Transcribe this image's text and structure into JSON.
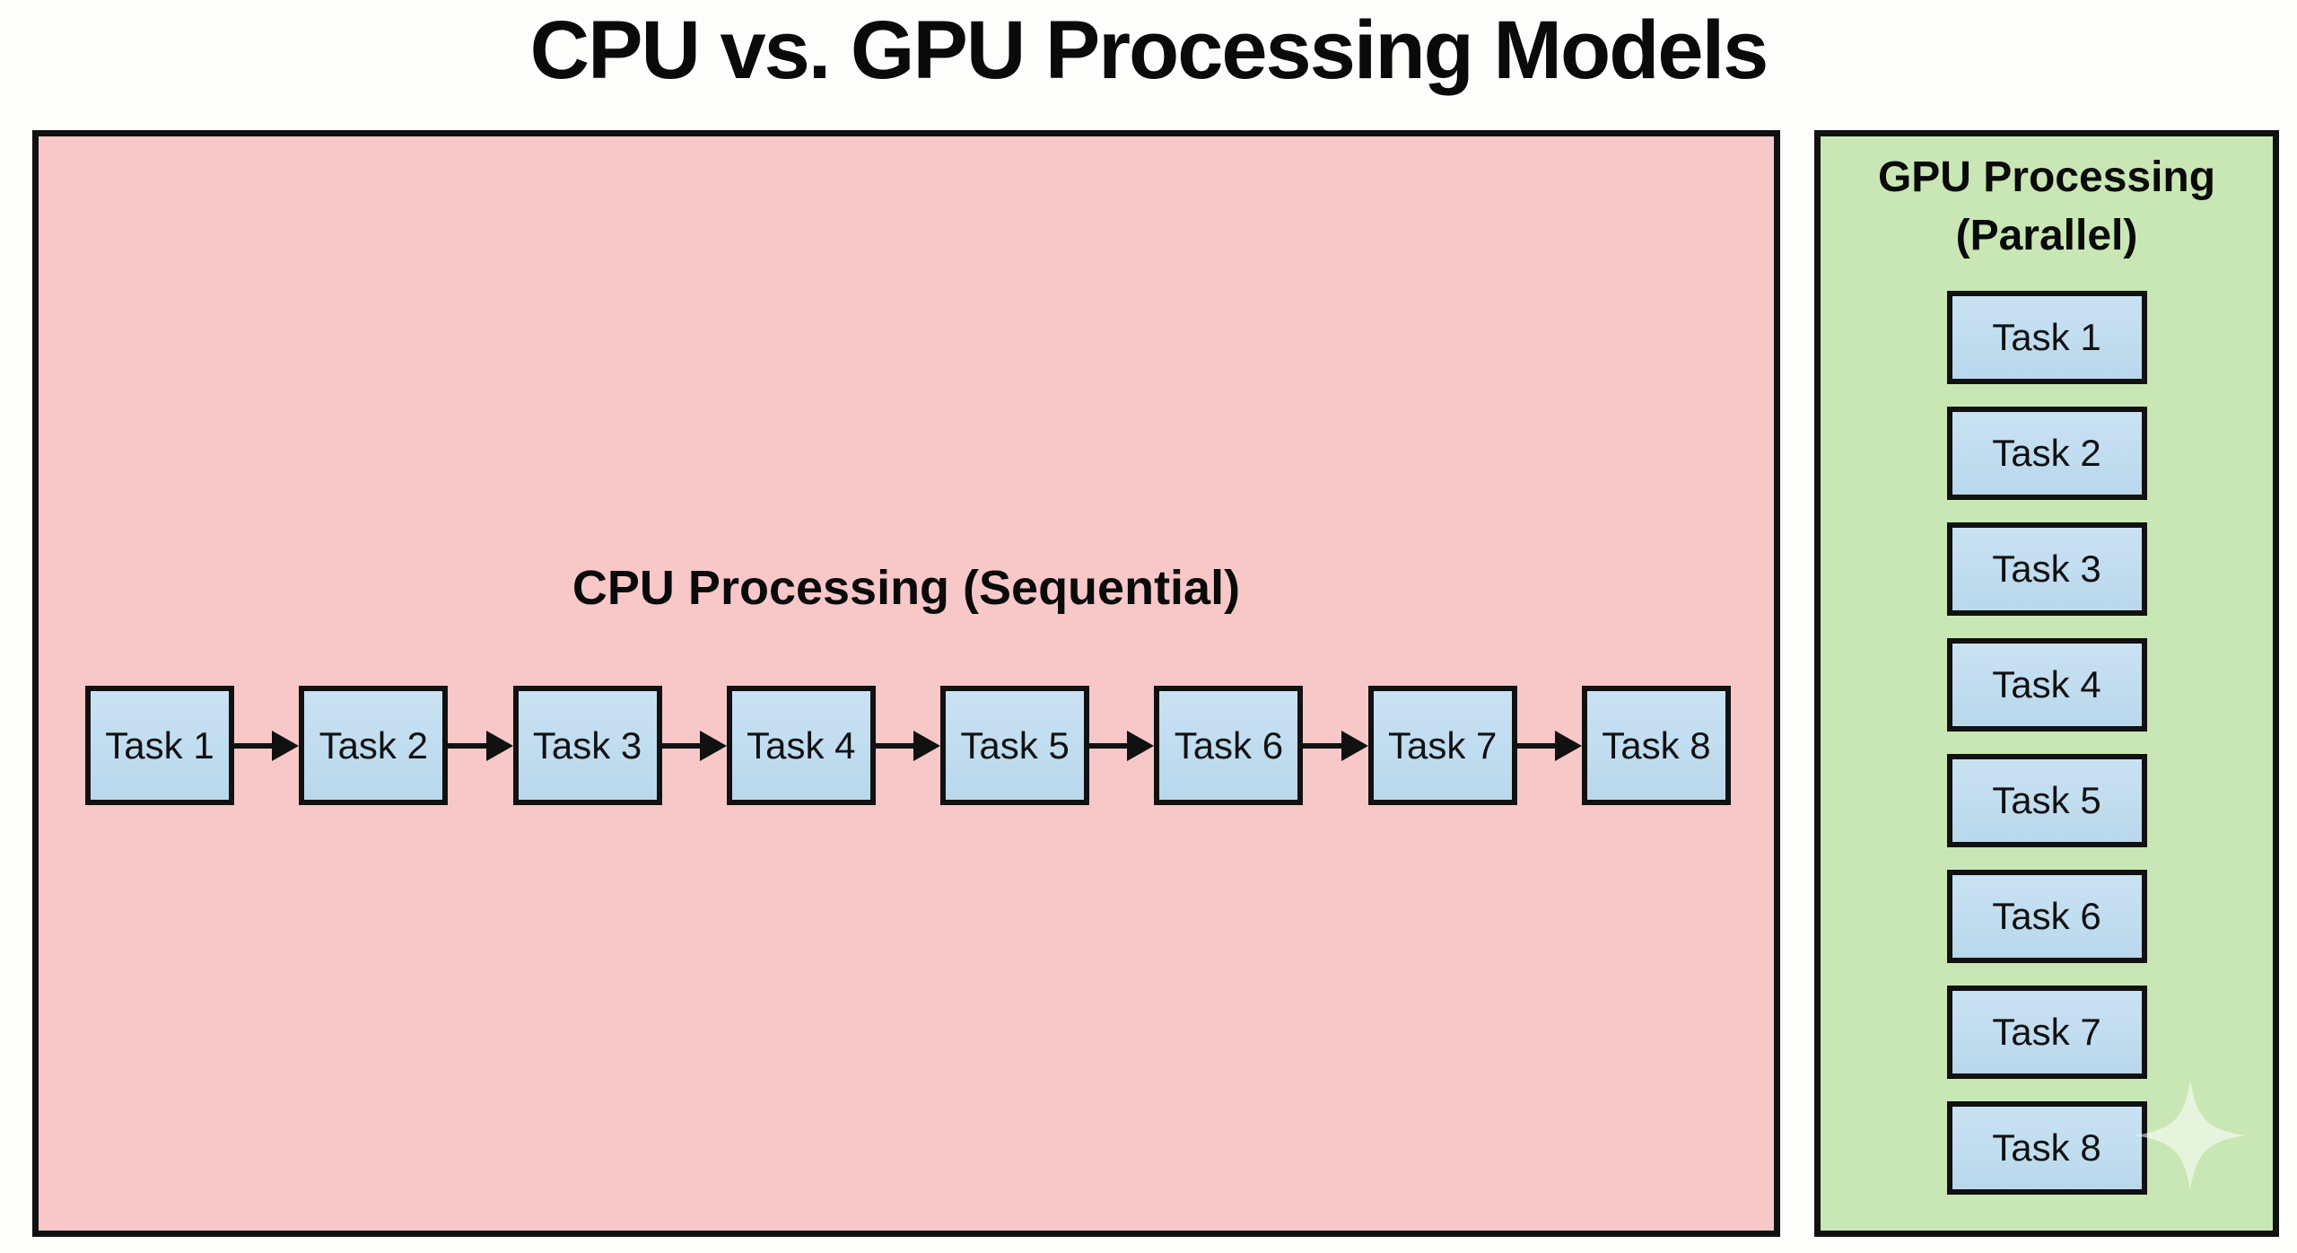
{
  "title": "CPU vs. GPU Processing Models",
  "cpu_panel": {
    "label": "CPU Processing (Sequential)",
    "tasks": [
      "Task 1",
      "Task 2",
      "Task 3",
      "Task 4",
      "Task 5",
      "Task 6",
      "Task 7",
      "Task 8"
    ]
  },
  "gpu_panel": {
    "label_line1": "GPU Processing",
    "label_line2": "(Parallel)",
    "tasks": [
      "Task 1",
      "Task 2",
      "Task 3",
      "Task 4",
      "Task 5",
      "Task 6",
      "Task 7",
      "Task 8"
    ]
  },
  "icons": {
    "arrow": "→",
    "sparkle": "✦"
  },
  "colors": {
    "cpu_panel_bg": "#f8c8c8",
    "gpu_panel_bg": "#c9e7b4",
    "task_box_bg": "#bcdaef",
    "border": "#111111",
    "text": "#0a0a0a",
    "sparkle": "#e9f5dd"
  }
}
